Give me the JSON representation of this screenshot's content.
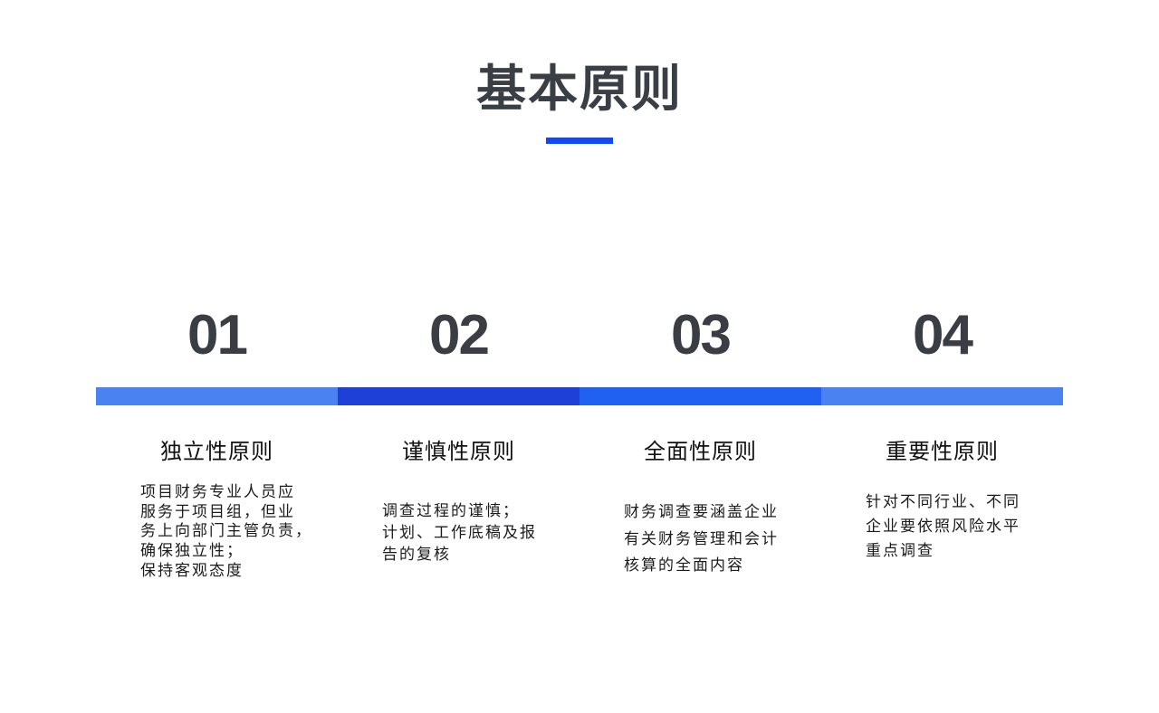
{
  "slide": {
    "title": "基本原则",
    "accent_color": "#1448EA",
    "title_color": "#3A3F45"
  },
  "principles": [
    {
      "number": "01",
      "bar_color": "#4A83F1",
      "heading": "独立性原则",
      "lines": [
        "项目财务专业人员应",
        "服务于项目组，但业",
        "务上向部门主管负责，",
        "确保独立性；",
        "保持客观态度"
      ]
    },
    {
      "number": "02",
      "bar_color": "#1E40D6",
      "heading": "谨慎性原则",
      "lines": [
        "调查过程的谨慎；",
        "计划、工作底稿及报",
        "告的复核"
      ]
    },
    {
      "number": "03",
      "bar_color": "#2161F1",
      "heading": "全面性原则",
      "lines": [
        "财务调查要涵盖企业",
        "有关财务管理和会计",
        "核算的全面内容"
      ]
    },
    {
      "number": "04",
      "bar_color": "#4A83F1",
      "heading": "重要性原则",
      "lines": [
        "针对不同行业、不同",
        "企业要依照风险水平",
        "重点调查"
      ]
    }
  ]
}
